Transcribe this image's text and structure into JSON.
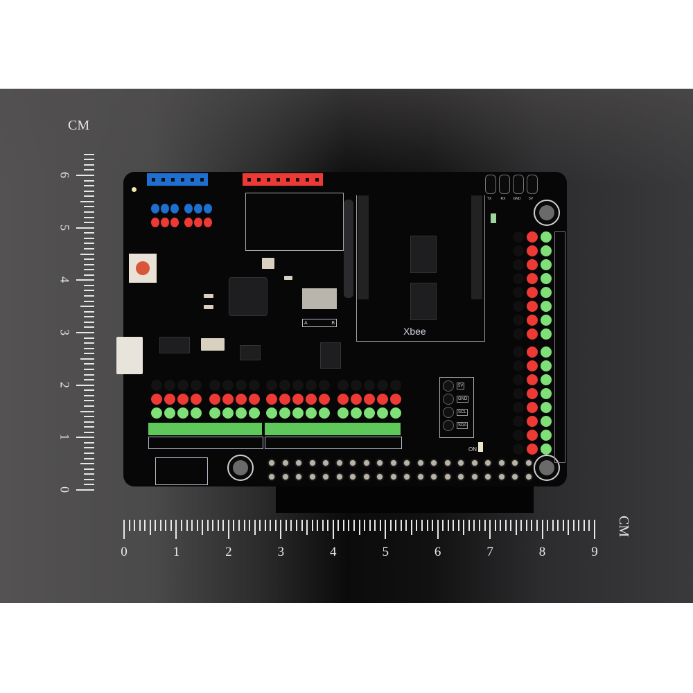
{
  "scene": {
    "description": "Product photo of a black expansion shield PCB with a centimeter ruler on the left and bottom edges",
    "background_color": "#2e2d2e",
    "board_color": "#080708"
  },
  "vertical_ruler": {
    "unit": "CM",
    "labels": [
      "0",
      "1",
      "2",
      "3",
      "4",
      "5",
      "6"
    ]
  },
  "horizontal_ruler": {
    "unit": "CM",
    "labels": [
      "0",
      "1",
      "2",
      "3",
      "4",
      "5",
      "6",
      "7",
      "8",
      "9"
    ]
  },
  "board": {
    "xbee_label": "Xbee",
    "switch_labels": {
      "left": "A",
      "right": "B"
    },
    "power_led_label": "ON",
    "i2c_header_labels": [
      "5V",
      "GND",
      "SCL",
      "SDA"
    ],
    "uart_header_labels": [
      "TX",
      "RX",
      "GND",
      "5V"
    ],
    "reset_button_color": "#d9563b",
    "header_colors": {
      "blue": "#1e6fd0",
      "red": "#ee3a34",
      "green": "#5ec85a",
      "light_green": "#7ee077"
    }
  }
}
